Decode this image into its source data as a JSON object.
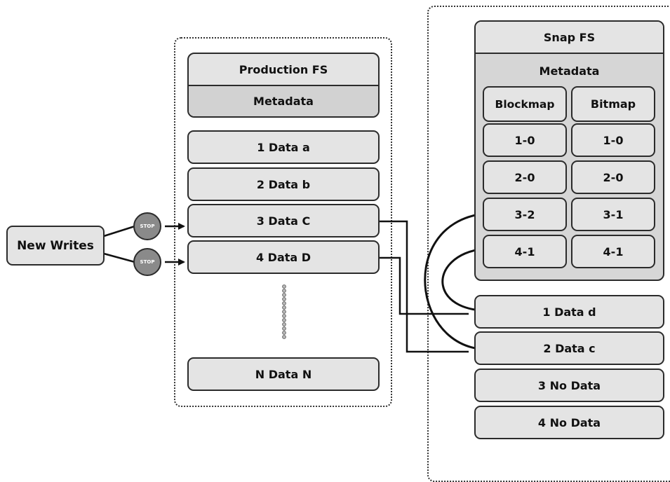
{
  "new_writes": {
    "label": "New Writes"
  },
  "stop_signs": [
    "STOP",
    "STOP"
  ],
  "production": {
    "title": "Production FS",
    "metadata": "Metadata",
    "blocks": [
      "1 Data a",
      "2 Data b",
      "3 Data C",
      "4 Data D"
    ],
    "last_block": "N Data N"
  },
  "snap": {
    "title": "Snap FS",
    "metadata": "Metadata",
    "blockmap_header": "Blockmap",
    "bitmap_header": "Bitmap",
    "rows": [
      {
        "blockmap": "1-0",
        "bitmap": "1-0"
      },
      {
        "blockmap": "2-0",
        "bitmap": "2-0"
      },
      {
        "blockmap": "3-2",
        "bitmap": "3-1"
      },
      {
        "blockmap": "4-1",
        "bitmap": "4-1"
      }
    ],
    "blocks": [
      "1 Data d",
      "2 Data c",
      "3 No Data",
      "4 No Data"
    ]
  }
}
